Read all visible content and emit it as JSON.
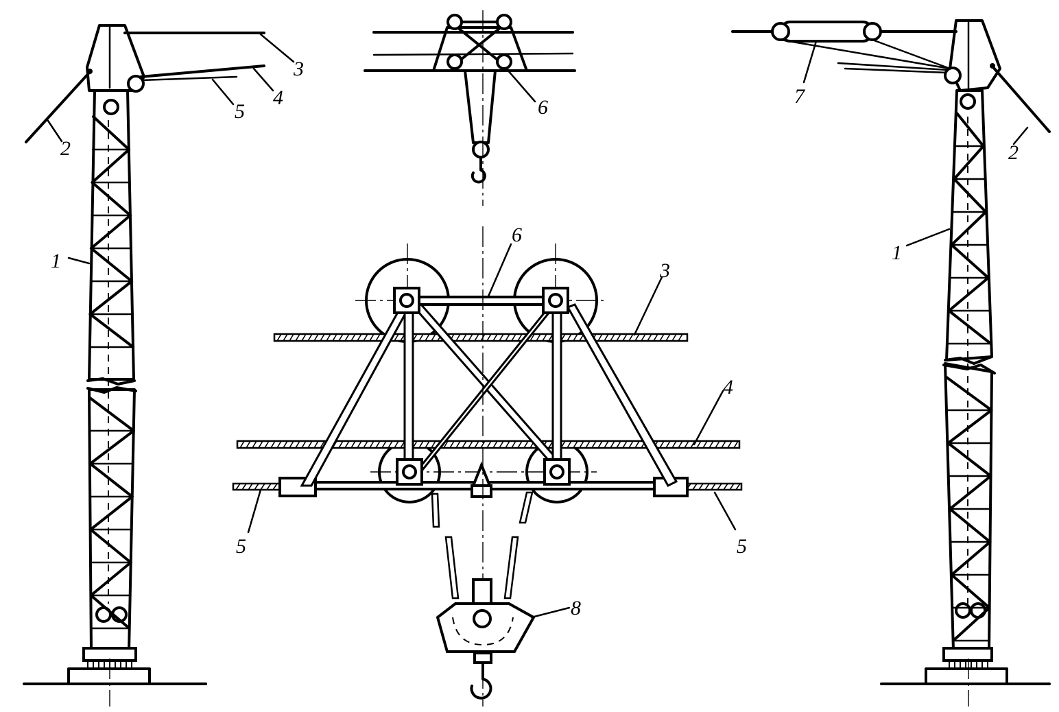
{
  "labels": {
    "tower": "1",
    "guy": "2",
    "carrying_rope": "3",
    "hauling_rope": "4",
    "lifting_rope": "5",
    "trolley": "6",
    "tension_block": "7",
    "hook_block": "8"
  },
  "icons": {
    "pulley": "pulley-icon",
    "hook": "hook-icon"
  },
  "colors": {
    "ink": "#000000",
    "paper": "#ffffff"
  }
}
